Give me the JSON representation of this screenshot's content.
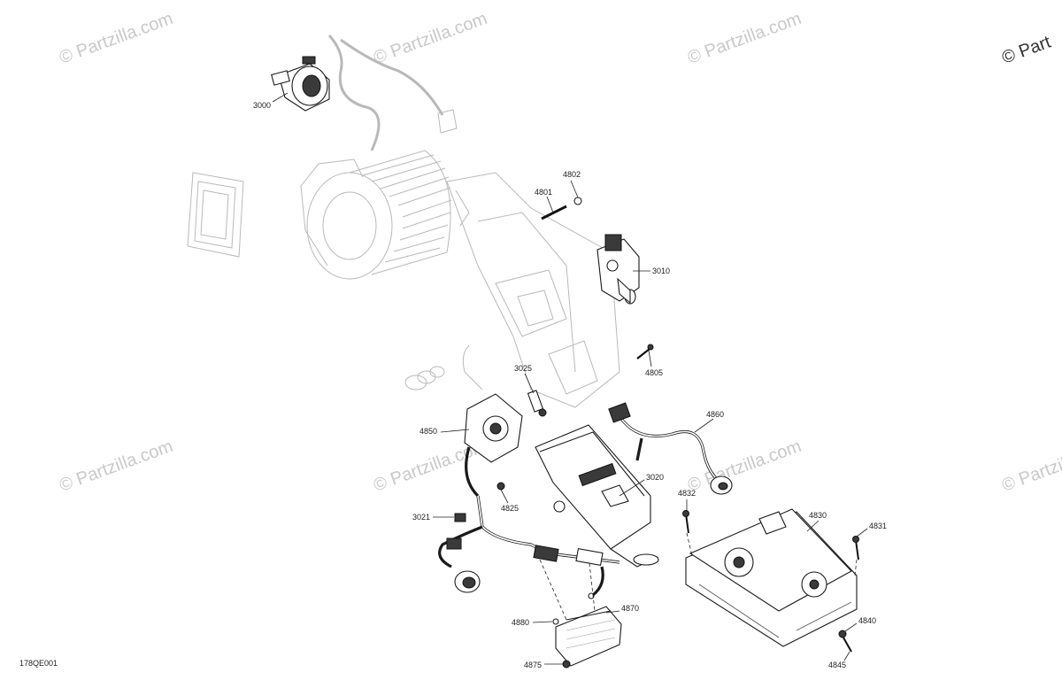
{
  "watermark": {
    "text": "© Partzilla.com",
    "corner_text": "© Part"
  },
  "diagram_code": "178QE001",
  "callouts": [
    {
      "id": "3000",
      "label": "3000"
    },
    {
      "id": "4802",
      "label": "4802"
    },
    {
      "id": "4801",
      "label": "4801"
    },
    {
      "id": "3010",
      "label": "3010"
    },
    {
      "id": "4805",
      "label": "4805"
    },
    {
      "id": "3025",
      "label": "3025"
    },
    {
      "id": "4860",
      "label": "4860"
    },
    {
      "id": "4850",
      "label": "4850"
    },
    {
      "id": "3020",
      "label": "3020"
    },
    {
      "id": "4832",
      "label": "4832"
    },
    {
      "id": "4825",
      "label": "4825"
    },
    {
      "id": "4830",
      "label": "4830"
    },
    {
      "id": "3021",
      "label": "3021"
    },
    {
      "id": "4831",
      "label": "4831"
    },
    {
      "id": "4870",
      "label": "4870"
    },
    {
      "id": "4840",
      "label": "4840"
    },
    {
      "id": "4880",
      "label": "4880"
    },
    {
      "id": "4875",
      "label": "4875"
    },
    {
      "id": "4845",
      "label": "4845"
    }
  ]
}
